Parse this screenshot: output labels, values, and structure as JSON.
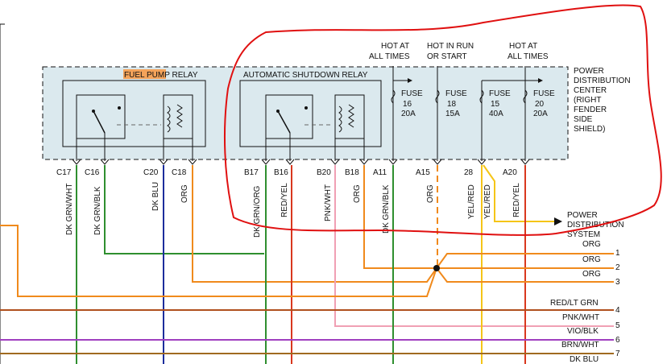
{
  "relays": {
    "fuel_pump": {
      "highlight": "FUEL PUMP",
      "suffix": " RELAY"
    },
    "asd": {
      "title": "AUTOMATIC SHUTDOWN RELAY"
    }
  },
  "hot_labels": {
    "all_times_1": [
      "HOT AT",
      "ALL TIMES"
    ],
    "run_start": [
      "HOT IN RUN",
      "OR START"
    ],
    "all_times_2": [
      "HOT AT",
      "ALL TIMES"
    ]
  },
  "fuses": [
    {
      "label": "FUSE",
      "number": "16",
      "amps": "20A"
    },
    {
      "label": "FUSE",
      "number": "18",
      "amps": "15A"
    },
    {
      "label": "FUSE",
      "number": "15",
      "amps": "40A"
    },
    {
      "label": "FUSE",
      "number": "20",
      "amps": "20A"
    }
  ],
  "pdc_label": [
    "POWER",
    "DISTRIBUTION",
    "CENTER",
    "(RIGHT",
    "FENDER",
    "SIDE",
    "SHIELD)"
  ],
  "pins": [
    "C17",
    "C16",
    "C20",
    "C18",
    "B17",
    "B16",
    "B20",
    "B18",
    "A11",
    "A15",
    "28",
    "A20"
  ],
  "wires": [
    "DK GRN/WHT",
    "DK GRN/BLK",
    "DK BLU",
    "ORG",
    "DK GRN/ORG",
    "RED/YEL",
    "PNK/WHT",
    "ORG",
    "DK GRN/BLK",
    "ORG",
    "YEL/RED",
    "YEL/RED",
    "RED/YEL"
  ],
  "pds_label": [
    "POWER",
    "DISTRIBUTION",
    "SYSTEM"
  ],
  "right_rows": [
    {
      "label": "ORG",
      "num": "1"
    },
    {
      "label": "ORG",
      "num": "2"
    },
    {
      "label": "ORG",
      "num": "3"
    },
    {
      "label": "RED/LT GRN",
      "num": "4"
    },
    {
      "label": "PNK/WHT",
      "num": "5"
    },
    {
      "label": "VIO/BLK",
      "num": "6"
    },
    {
      "label": "BRN/WHT",
      "num": "7"
    },
    {
      "label": "DK BLU",
      "num": ""
    }
  ],
  "colors": {
    "pdc_fill": "#dbe9ee",
    "highlight": "#f4a35a",
    "org": "#f08a1c",
    "green": "#2f8f2f",
    "blue": "#1c2d9c",
    "red_yel": "#d9381e",
    "pink": "#f0a0b4",
    "yellow": "#f5c518",
    "brown_red": "#b0501e",
    "violet": "#a040c0",
    "brn_wht": "#a06a20",
    "annotation": "#e01010"
  }
}
